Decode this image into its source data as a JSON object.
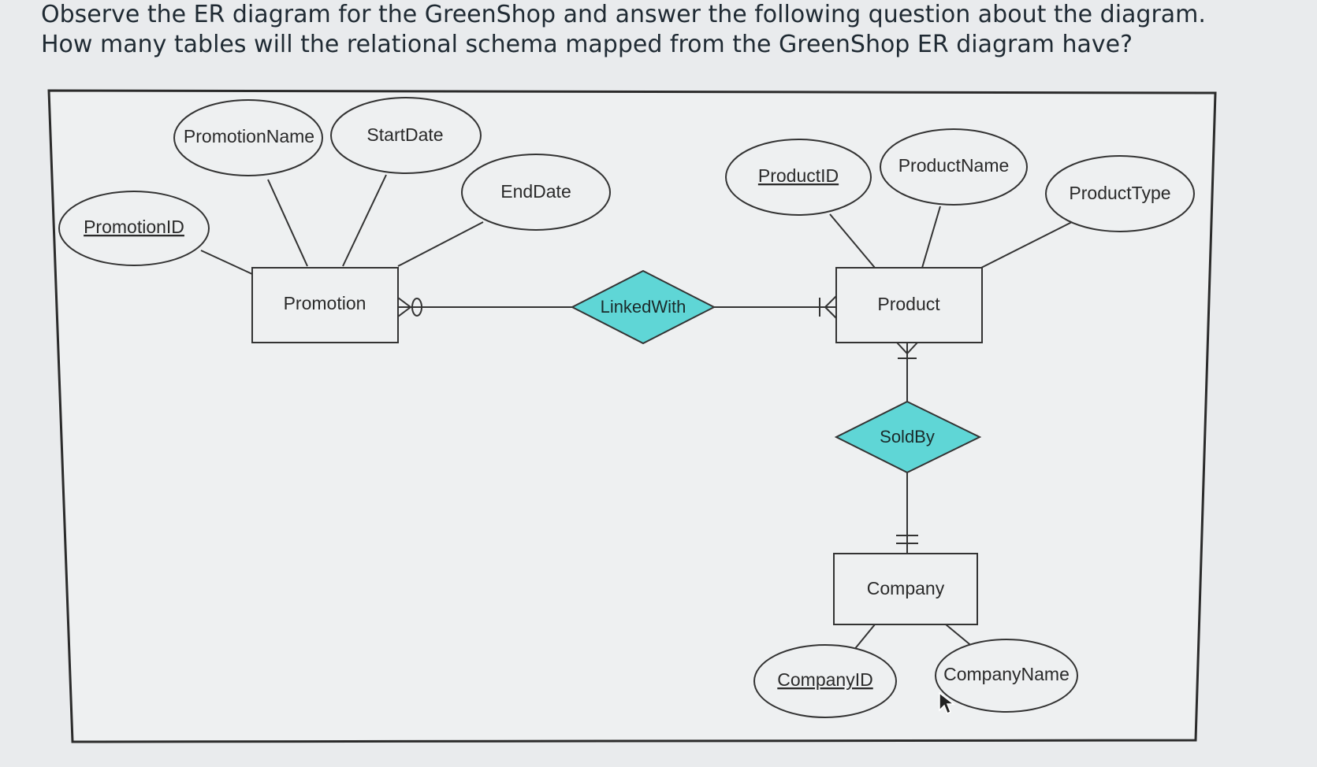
{
  "question": {
    "line1": "Observe the ER diagram for the GreenShop and answer the following question about the diagram.",
    "line2": "How many tables will the relational schema mapped from the GreenShop ER diagram have?"
  },
  "entities": {
    "promotion": "Promotion",
    "product": "Product",
    "company": "Company"
  },
  "relationships": {
    "linked_with": "LinkedWith",
    "sold_by": "SoldBy"
  },
  "attributes": {
    "promotion_id": "PromotionID",
    "promotion_name": "PromotionName",
    "start_date": "StartDate",
    "end_date": "EndDate",
    "product_id": "ProductID",
    "product_name": "ProductName",
    "product_type": "ProductType",
    "company_id": "CompanyID",
    "company_name": "CompanyName"
  },
  "colors": {
    "relationship_fill": "#5fd6d6",
    "line": "#333333",
    "frame_bg": "#eef0f1"
  }
}
